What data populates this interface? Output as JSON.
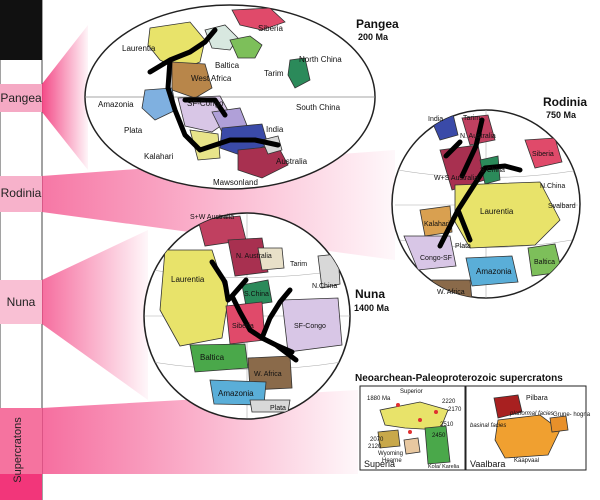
{
  "timeline": {
    "labels": {
      "pangea": "Pangea",
      "rodinia": "Rodinia",
      "nuna": "Nuna",
      "supercratons": "Supercratons"
    },
    "colors": {
      "bar_top": "#111111",
      "bar_bottom": "#111111",
      "band": "#f2367a"
    }
  },
  "pangea": {
    "title": "Pangea",
    "age": "200 Ma",
    "labels": [
      "Laurentia",
      "Siberia",
      "Baltica",
      "Tarim",
      "North China",
      "West Africa",
      "Amazonia",
      "SF-Congo",
      "South China",
      "India",
      "Plata",
      "Kalahari",
      "Australia",
      "Mawsonland"
    ]
  },
  "rodinia": {
    "title": "Rodinia",
    "age": "750 Ma",
    "labels": [
      "India",
      "Tarim",
      "N. Australia",
      "Siberia",
      "W+S Australia",
      "S.China",
      "N.China",
      "Laurentia",
      "Svalbard",
      "Kalahari",
      "Plata",
      "Congo-SF",
      "Amazonia",
      "Baltica",
      "W. Africa"
    ]
  },
  "nuna": {
    "title": "Nuna",
    "age": "1400 Ma",
    "labels": [
      "S+W Australia",
      "N. Australia",
      "Tarim",
      "N.China",
      "Laurentia",
      "S.China",
      "Siberia",
      "SF-Congo",
      "Baltica",
      "W. Africa",
      "Amazonia",
      "Plata"
    ]
  },
  "cratons": {
    "title": "Neoarchean-Paleoproterozoic supercratons",
    "superia": {
      "name": "Superia",
      "labels": [
        "Superior",
        "Wyoming",
        "Hearne",
        "Kola/ Karelia"
      ],
      "ages": [
        "1880 Ma",
        "2220",
        "2170",
        "2510",
        "2450",
        "2070",
        "2120"
      ]
    },
    "vaalbara": {
      "name": "Vaalbara",
      "labels": [
        "Pilbara",
        "platformal facies",
        "basinal facies",
        "Grune- hogna",
        "Kaapvaal"
      ]
    }
  }
}
